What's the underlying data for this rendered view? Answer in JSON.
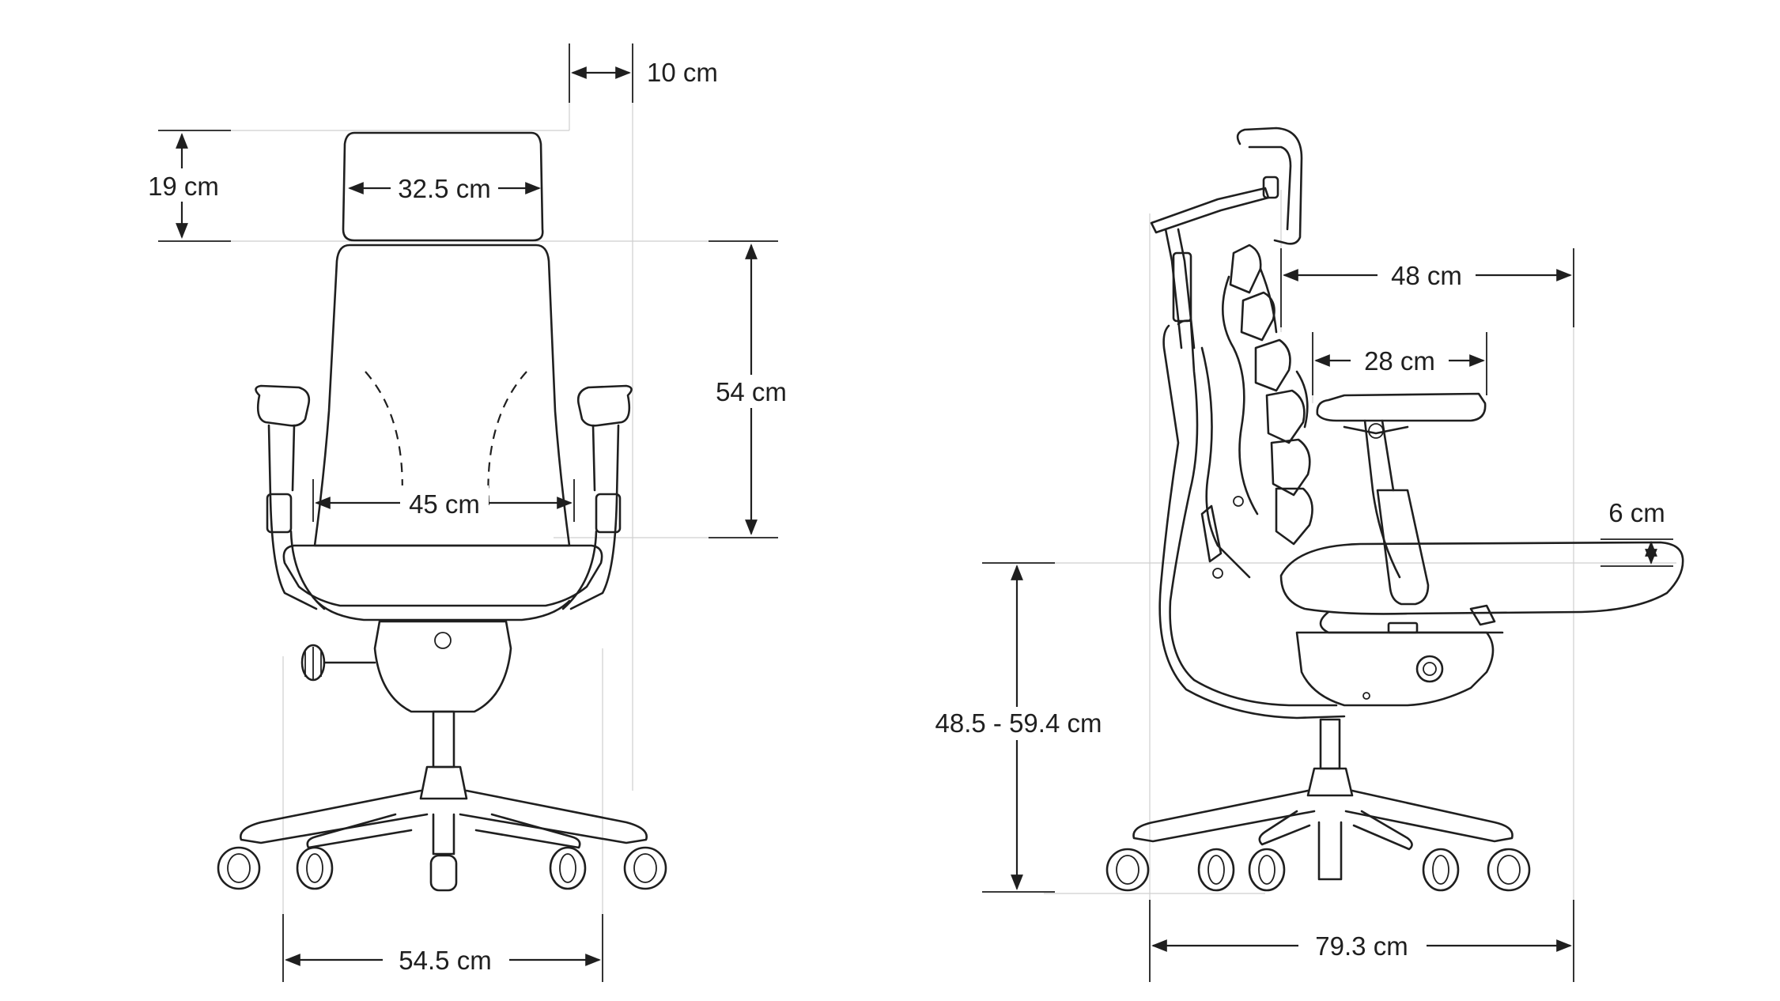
{
  "front_view": {
    "headrest_height": "19 cm",
    "headrest_offset": "10 cm",
    "headrest_width": "32.5 cm",
    "backrest_height": "54 cm",
    "seat_width": "45 cm",
    "base_width": "54.5 cm"
  },
  "side_view": {
    "seat_depth": "48 cm",
    "armrest_length": "28 cm",
    "seat_thickness": "6 cm",
    "seat_height": "48.5 - 59.4 cm",
    "overall_depth": "79.3 cm"
  }
}
